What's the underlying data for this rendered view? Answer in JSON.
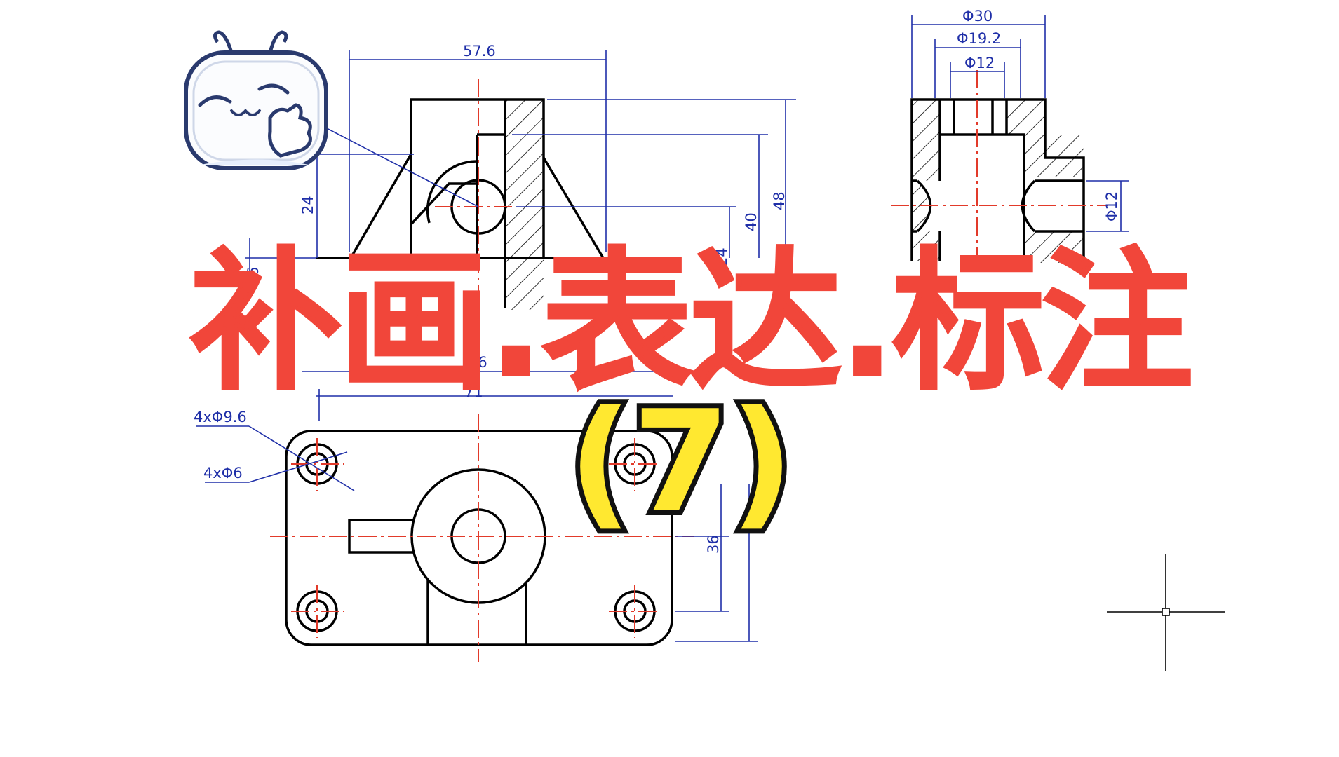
{
  "title": {
    "text": "补画.表达.标注",
    "color": "#f1463a"
  },
  "episode": {
    "text": "(7)",
    "fill_color": "#ffe830",
    "outline_color": "#111111"
  },
  "front_view": {
    "dimensions": {
      "width_top": "57.6",
      "height_48": "48",
      "height_40": "40",
      "height_24_left": "24",
      "height_24_right": "24",
      "base_6": "6",
      "partial_86": "86",
      "partial_71": "71"
    }
  },
  "side_view": {
    "dimensions": {
      "dia_30": "Φ30",
      "dia_19_2": "Φ19.2",
      "dia_12_top": "Φ12",
      "dia_12_side": "Φ12"
    }
  },
  "top_view": {
    "callouts": {
      "holes_large": "4xΦ9.6",
      "holes_small": "4xΦ6"
    },
    "dimensions": {
      "partial_36": "36"
    }
  },
  "colors": {
    "outline": "#000000",
    "dimension": "#1f2fa8",
    "centerline": "#e23a2a"
  },
  "icons": {
    "mascot": "bilibili-tv-mascot-thumbs-up-icon",
    "cursor": "cad-crosshair-cursor-icon"
  }
}
